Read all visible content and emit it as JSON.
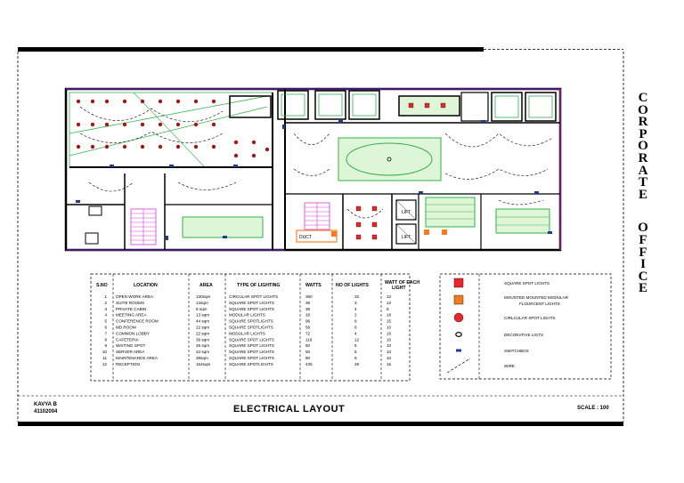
{
  "title_block": {
    "author": "KAVYA B",
    "roll_no": "41102004",
    "drawing_title": "ELECTRICAL LAYOUT",
    "scale": "SCALE : 100",
    "side_title_word1": "CORPORATE",
    "side_title_word2": "OFFICE"
  },
  "plan_labels": {
    "lift_left": "LIFT",
    "lift_right": "LIFT",
    "mech_label": "DUCT"
  },
  "schedule": {
    "headers": [
      "S.NO",
      "LOCATION",
      "AREA",
      "TYPE OF LIGHTING",
      "WATTS",
      "NO OF LIGHTS",
      "WATT OF EACH LIGHT"
    ],
    "rows": [
      [
        "1",
        "OPEN WORK AREA",
        "130sqm",
        "CIRCULAR SPOT LIGHTS",
        "360",
        "32",
        "12"
      ],
      [
        "2",
        "SUITE ROOMS",
        "14sqm",
        "SQUARE SPOT LIGHTS",
        "36",
        "3",
        "12"
      ],
      [
        "3",
        "PRIVATE CABIN",
        "8 sqm",
        "SQUARE SPOT LIGHTS",
        "36",
        "4",
        "8"
      ],
      [
        "4",
        "MEETING AREA",
        "13 sqm",
        "MODULAR LIGHTS",
        "28",
        "2",
        "18"
      ],
      [
        "5",
        "CONFERENCE ROOM",
        "44 sqm",
        "SQUARE SPOTLIGHTS",
        "96",
        "8",
        "15"
      ],
      [
        "6",
        "MD ROOM",
        "22 sqm",
        "SQUARE SPOTLIGHTS",
        "56",
        "8",
        "10"
      ],
      [
        "7",
        "COMMON LOBBY",
        "22 sqm",
        "MODULAR LIGHTS",
        "72",
        "4",
        "18"
      ],
      [
        "8",
        "CAFETERIA",
        "36 sqm",
        "SQUARE SPOT LIGHTS",
        "116",
        "12",
        "10"
      ],
      [
        "9",
        "WAITING SPOT",
        "26 sqm",
        "SQUARE SPOT LIGHTS",
        "50",
        "5",
        "10"
      ],
      [
        "10",
        "SERVER AREA",
        "24 sqm",
        "SQUARE SPOT LIGHTS",
        "50",
        "5",
        "10"
      ],
      [
        "11",
        "MAINTENANCE AREA",
        "28sqm",
        "SQUARE SPOT LIGHTS",
        "80",
        "8",
        "10"
      ],
      [
        "12",
        "RECEPTION",
        "154sqm",
        "SQUARE SPOTLIGHTS",
        "435",
        "29",
        "15"
      ]
    ]
  },
  "legend": [
    {
      "symbol": "square-red",
      "label": "SQUARE SPOT LIGHTS",
      "color": "#e8262b"
    },
    {
      "symbol": "square-orange",
      "label": "MOUNTED MOUNTED MODULAR FLOURCENT LIGHTS",
      "color": "#f47c20"
    },
    {
      "symbol": "circle-red",
      "label": "CIRLCULAR SPOT LIGHTS",
      "color": "#e8262b"
    },
    {
      "symbol": "decor",
      "label": "DECORATIVE LIGTS",
      "color": "#000000"
    },
    {
      "symbol": "switch",
      "label": "SWITCHBOX",
      "color": "#1f3a93"
    },
    {
      "symbol": "wire",
      "label": "WIRE",
      "color": "#000000"
    }
  ],
  "colors": {
    "wall": "#000000",
    "room_outline": "#2fb34a",
    "room_fill": "#dff5d8",
    "stair": "#d63ad6",
    "window": "#8a2be2",
    "spot_red": "#9b1b1b",
    "switch_blue": "#1f3a93",
    "service": "#ff7f27"
  }
}
